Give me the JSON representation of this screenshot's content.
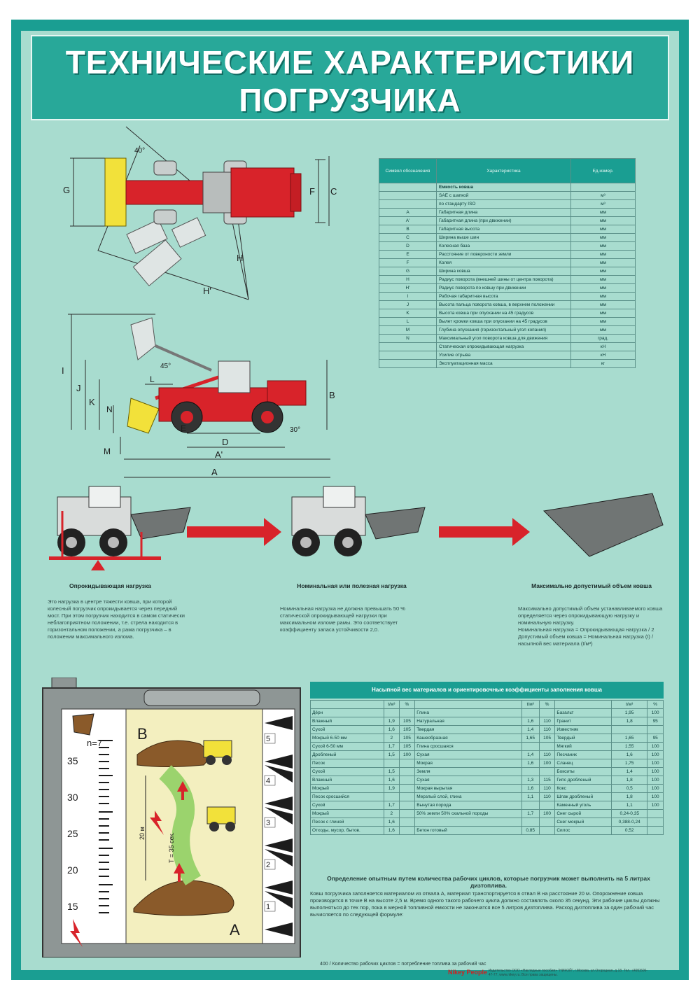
{
  "title": {
    "line1": "ТЕХНИЧЕСКИЕ ХАРАКТЕРИСТИКИ",
    "line2": "ПОГРУЗЧИКА"
  },
  "top_diagram": {
    "labels": {
      "g": "G",
      "f": "F",
      "c": "C",
      "h": "H",
      "h_prime": "H'",
      "angle": "40°"
    }
  },
  "side_diagram": {
    "labels": {
      "i": "I",
      "j": "J",
      "k": "K",
      "n": "N",
      "m": "M",
      "l": "L",
      "a": "A",
      "a_prime": "A'",
      "d": "D",
      "e": "E",
      "b": "B",
      "angle45": "45°",
      "angle30": "30°"
    }
  },
  "spec_table": {
    "headers": [
      "Символ обозначения",
      "Характеристика",
      "Ед.измер."
    ],
    "rows": [
      {
        "sym": "",
        "char": "Емкость ковша",
        "unit": "",
        "group": true
      },
      {
        "sym": "",
        "char": "SAE с шапкой",
        "unit": "м³"
      },
      {
        "sym": "",
        "char": "по стандарту ISO",
        "unit": "м³"
      },
      {
        "sym": "A",
        "char": "Габаритная длина",
        "unit": "мм"
      },
      {
        "sym": "A'",
        "char": "Габаритная длина (при движении)",
        "unit": "мм"
      },
      {
        "sym": "B",
        "char": "Габаритная высота",
        "unit": "мм"
      },
      {
        "sym": "C",
        "char": "Ширина выше шин",
        "unit": "мм"
      },
      {
        "sym": "D",
        "char": "Колесная база",
        "unit": "мм"
      },
      {
        "sym": "E",
        "char": "Расстояние от поверхности земли",
        "unit": "мм"
      },
      {
        "sym": "F",
        "char": "Колея",
        "unit": "мм"
      },
      {
        "sym": "G",
        "char": "Ширина ковша",
        "unit": "мм"
      },
      {
        "sym": "H",
        "char": "Радиус поворота (внешней шины от центра поворота)",
        "unit": "мм"
      },
      {
        "sym": "H'",
        "char": "Радиус поворота по ковшу при движении",
        "unit": "мм"
      },
      {
        "sym": "I",
        "char": "Рабочая габаритная высота",
        "unit": "мм"
      },
      {
        "sym": "J",
        "char": "Высота пальца поворота ковша, в верхнем положении",
        "unit": "мм"
      },
      {
        "sym": "K",
        "char": "Высота ковша при опускании на 45 градусов",
        "unit": "мм"
      },
      {
        "sym": "L",
        "char": "Вылет кромки ковша при опускании на 45 градусов",
        "unit": "мм"
      },
      {
        "sym": "M",
        "char": "Глубина опускания (горизонтальный угол копания)",
        "unit": "мм"
      },
      {
        "sym": "N",
        "char": "Максимальный угол поворота ковша для движения",
        "unit": "град."
      },
      {
        "sym": "",
        "char": "Статическая опрокидывающая нагрузка",
        "unit": "кН"
      },
      {
        "sym": "",
        "char": "Усилие отрыва",
        "unit": "кН"
      },
      {
        "sym": "",
        "char": "Эксплуатационная масса",
        "unit": "кг"
      }
    ]
  },
  "load_section": [
    {
      "caption": "Опрокидывающая нагрузка",
      "text": "Это нагрузка в центре тяжести ковша, при которой колесный погрузчик опрокидывается через передний мост. При этом погрузчик находится в самом статически неблагоприятном положении, т.е. стрела находится в горизонтальном положении, а рама погрузчика – в положении максимального излома."
    },
    {
      "caption": "Номинальная или полезная нагрузка",
      "text": "Номинальная нагрузка не должна превышать 50 % статической опрокидывающей нагрузки при максимальном изломе рамы. Это соответствует коэффициенту запаса устойчивости 2,0."
    },
    {
      "caption": "Максимально допустимый объем ковша",
      "text": "Максимально допустимый объем устанавливаемого ковша определяется через опрокидывающую нагрузку и номинальную нагрузку.\nНоминальная нагрузка = Опрокидывающая нагрузка / 2\nДопустимый объем ковша = Номинальная нагрузка (t) / насыпной вес материала (t/м³)"
    }
  ],
  "fuel_diagram": {
    "n_label": "n=7",
    "scale_labels": [
      "35",
      "30",
      "25",
      "20",
      "15"
    ],
    "cycle_marks": [
      "5",
      "4",
      "3",
      "2",
      "1"
    ],
    "point_a": "A",
    "point_b": "B",
    "distance": "20 м",
    "time": "T = 35 сек."
  },
  "materials": {
    "title": "Насыпной вес материалов и ориентировочные коэффициенты заполнения ковша",
    "headers": [
      "",
      "t/м³",
      "%",
      "",
      "t/м³",
      "%",
      "",
      "t/м³",
      "%"
    ],
    "rows": [
      [
        "Дёрн",
        "",
        "",
        "Глина",
        "",
        "",
        "Базальт",
        "1,95",
        "100"
      ],
      [
        "Влажный",
        "1,9",
        "105",
        "Натуральная",
        "1,6",
        "110",
        "Гранит",
        "1,8",
        "95"
      ],
      [
        "Сухой",
        "1,6",
        "105",
        "Твердая",
        "1,4",
        "110",
        "Известняк",
        "",
        ""
      ],
      [
        "Мокрый 6-50 мм",
        "2",
        "105",
        "Кашеобразная",
        "1,65",
        "105",
        "Твердый",
        "1,65",
        "95"
      ],
      [
        "Сухой 6-50 мм",
        "1,7",
        "105",
        "Глина сросшаяся",
        "",
        "",
        "Мягкий",
        "1,55",
        "100"
      ],
      [
        "Дробленый",
        "1,5",
        "100",
        "Сухая",
        "1,4",
        "110",
        "Песчаник",
        "1,6",
        "100"
      ],
      [
        "Песок",
        "",
        "",
        "Мокрая",
        "1,6",
        "100",
        "Сланец",
        "1,75",
        "100"
      ],
      [
        "Сухой",
        "1,5",
        "",
        "Земля",
        "",
        "",
        "Бокситы",
        "1,4",
        "100"
      ],
      [
        "Влажный",
        "1,6",
        "",
        "Сухая",
        "1,3",
        "115",
        "Гипс дробленый",
        "1,8",
        "100"
      ],
      [
        "Мокрый",
        "1,9",
        "",
        "Мокрая вырытая",
        "1,6",
        "110",
        "Кокс",
        "0,5",
        "100"
      ],
      [
        "Песок сросшийся",
        "",
        "",
        "Мерзлый слой, глина",
        "1,1",
        "110",
        "Шлак дробленый",
        "1,8",
        "100"
      ],
      [
        "Сухой",
        "1,7",
        "",
        "Вынутая порода",
        "",
        "",
        "Каменный уголь",
        "1,1",
        "100"
      ],
      [
        "Мокрый",
        "2",
        "",
        "50% земли 50% скальной породы",
        "1,7",
        "100",
        "Снег сырой",
        "0,24-0,35",
        ""
      ],
      [
        "Песок с глиной",
        "1,6",
        "",
        "",
        "",
        "",
        "Снег мокрый",
        "0,388-0,24",
        ""
      ],
      [
        "Отходы, мусор, бытов.",
        "1,6",
        "",
        "Бетон готовый",
        "0,85",
        "",
        "Силос",
        "0,52",
        ""
      ]
    ]
  },
  "cycle_text": {
    "heading": "Определение опытным путем количества рабочих циклов, которые погрузчик может выполнить на 5 литрах дизтоплива.",
    "body": "Ковш погрузчика заполняется материалом из отвала А, материал транспортируется в отвал В на расстояние 20 м. Опорожнение ковша производится в точке В на высоте 2,5 м. Время одного такого рабочего цикла должно составлять около 35 секунд. Эти рабочие циклы должны выполняться до тех пор, пока в мерной топливной емкости не закончатся все 5 литров дизтоплива. Расход дизтоплива за один рабочий час вычисляется по следующей формуле:",
    "formula": "400 / Количество рабочих циклов = потребление топлива за рабочий час"
  },
  "footer": {
    "brand": "Nikey People",
    "imprint": "Издательство ООО «Наглядные пособия» \"НИКОЙ\", г.Москва, ул.Огородная, д.18. Тел.: (495)506-47-77, www.nikey.ru. Все права защищены."
  }
}
